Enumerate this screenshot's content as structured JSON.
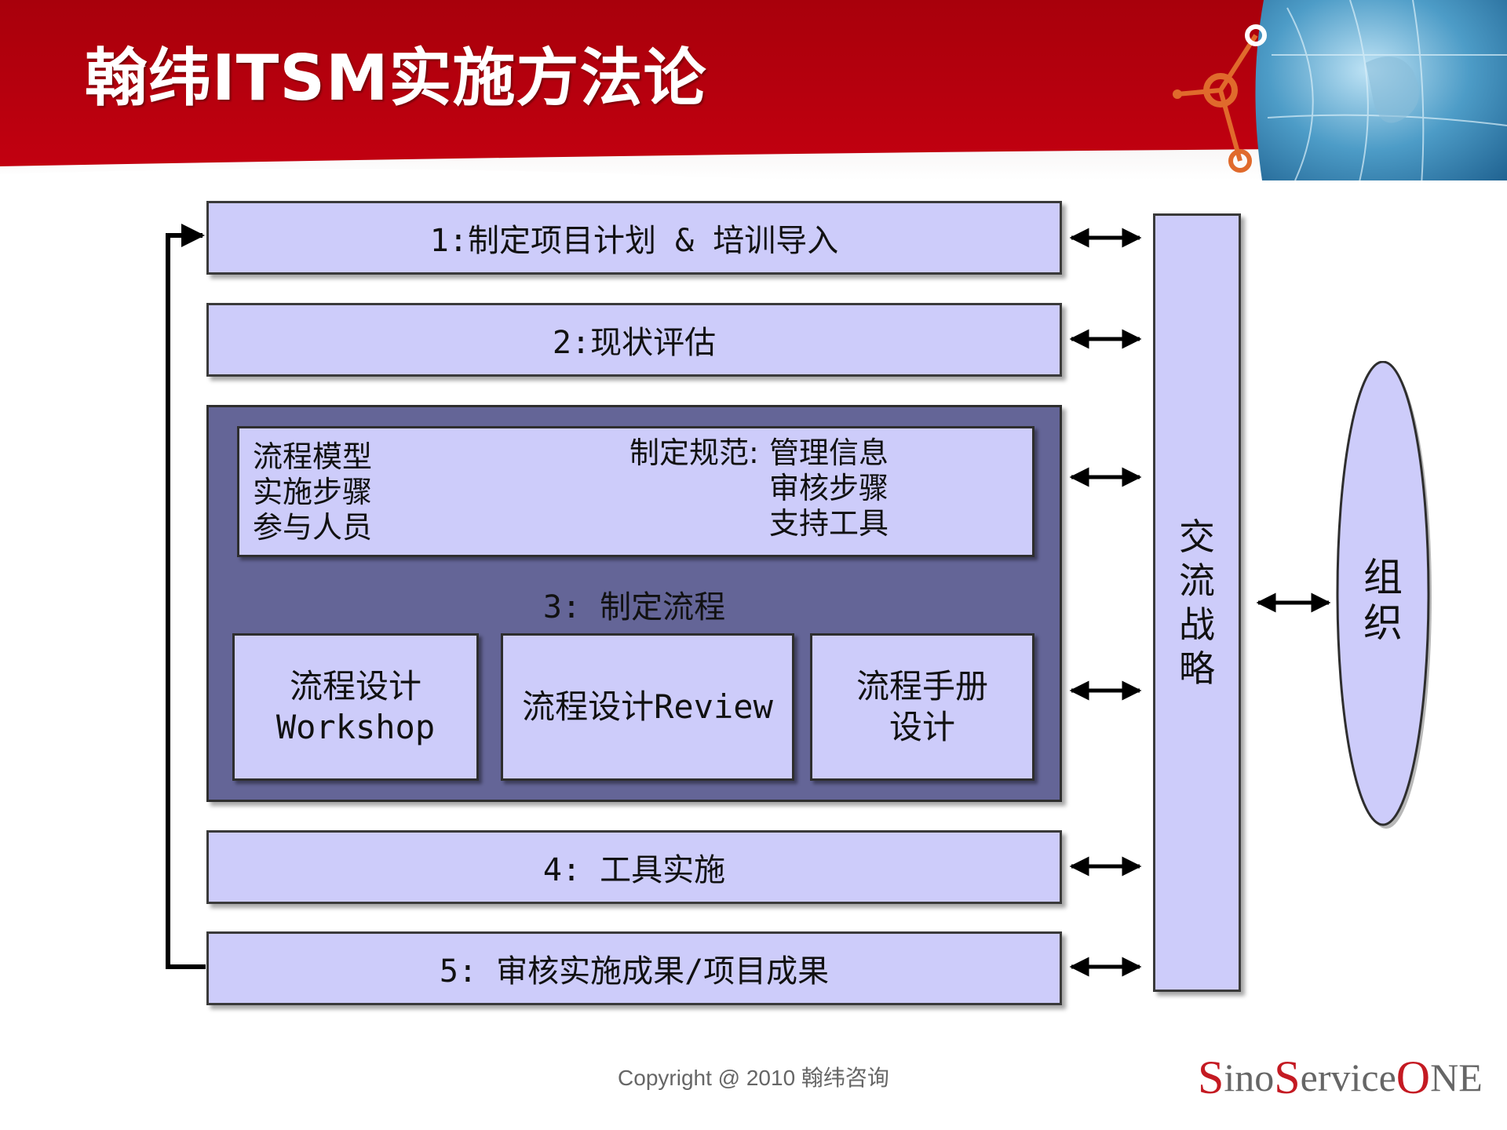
{
  "title": "翰纬ITSM实施方法论",
  "steps": {
    "step1": "1:制定项目计划 & 培训导入",
    "step2": "2:现状评估",
    "step3": {
      "label": "3: 制定流程",
      "left_lines": [
        "流程模型",
        "实施步骤",
        "参与人员"
      ],
      "norm_prefix": "制定规范:",
      "norm_lines": [
        "管理信息",
        "审核步骤",
        "支持工具"
      ],
      "sub_boxes": [
        {
          "line1": "流程设计",
          "line2": "Workshop"
        },
        {
          "line1": "流程设计Review",
          "line2": ""
        },
        {
          "line1": "流程手册",
          "line2": "设计"
        }
      ]
    },
    "step4": "4: 工具实施",
    "step5": "5: 审核实施成果/项目成果"
  },
  "communication": [
    "交",
    "流",
    "战",
    "略"
  ],
  "organization": [
    "组",
    "织"
  ],
  "footer": {
    "copyright": "Copyright @ 2010 翰纬咨询",
    "logo": {
      "s": "S",
      "ino": "ino",
      "s2": "S",
      "ervice": "ervice",
      "o": "O",
      "ne": "NE"
    }
  },
  "colors": {
    "banner_red": "#b4000c",
    "box_fill": "#cdccfa",
    "step3_fill": "#646597",
    "logo_red": "#c41a22"
  }
}
